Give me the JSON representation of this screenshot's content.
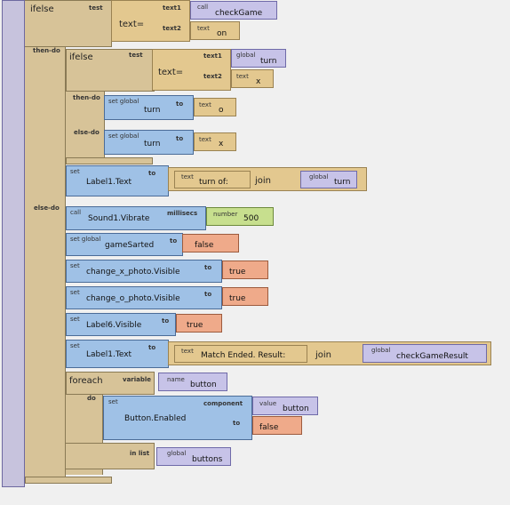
{
  "workspace": {
    "outer_ifelse": {
      "keyword": "ifelse",
      "test_label": "test",
      "then_do_label": "then-do",
      "else_do_label": "else-do",
      "text_eq": {
        "label": "text=",
        "text1_label": "text1",
        "text2_label": "text2",
        "call_label": "call",
        "call_name": "checkGame",
        "text_label": "text",
        "text_value": "on"
      }
    },
    "inner_ifelse": {
      "keyword": "ifelse",
      "test_label": "test",
      "then_do_label": "then-do",
      "else_do_label": "else-do",
      "text_eq": {
        "label": "text=",
        "text1_label": "text1",
        "text2_label": "text2",
        "global_label": "global",
        "global_name": "turn",
        "text_label": "text",
        "text_value": "x"
      },
      "then_set": {
        "set_label": "set global",
        "var": "turn",
        "to_label": "to",
        "text_label": "text",
        "value": "o"
      },
      "else_set": {
        "set_label": "set global",
        "var": "turn",
        "to_label": "to",
        "text_label": "text",
        "value": "x"
      }
    },
    "label1_set_1": {
      "set_label": "set",
      "prop": "Label1.Text",
      "to_label": "to",
      "text_label": "text",
      "text_value": "turn of:",
      "join_label": "join",
      "global_label": "global",
      "global_name": "turn"
    },
    "sound_call": {
      "call_label": "call",
      "name": "Sound1.Vibrate",
      "arg_label": "millisecs",
      "number_label": "number",
      "number_value": "500"
    },
    "set_game_sarted": {
      "set_label": "set global",
      "var": "gameSarted",
      "to_label": "to",
      "value": "false"
    },
    "set_change_x": {
      "set_label": "set",
      "prop": "change_x_photo.Visible",
      "to_label": "to",
      "value": "true"
    },
    "set_change_o": {
      "set_label": "set",
      "prop": "change_o_photo.Visible",
      "to_label": "to",
      "value": "true"
    },
    "set_label6": {
      "set_label": "set",
      "prop": "Label6.Visible",
      "to_label": "to",
      "value": "true"
    },
    "label1_set_2": {
      "set_label": "set",
      "prop": "Label1.Text",
      "to_label": "to",
      "text_label": "text",
      "text_value": "Match Ended. Result:",
      "join_label": "join",
      "global_label": "global",
      "global_name": "checkGameResult"
    },
    "foreach": {
      "keyword": "foreach",
      "variable_label": "variable",
      "name_label": "name",
      "name_value": "button",
      "do_label": "do",
      "in_list_label": "in list",
      "global_label": "global",
      "list_name": "buttons",
      "inner_set": {
        "set_label": "set",
        "prop": "Button.Enabled",
        "component_label": "component",
        "value_label": "value",
        "value_name": "button",
        "to_label": "to",
        "to_value": "false"
      }
    }
  }
}
